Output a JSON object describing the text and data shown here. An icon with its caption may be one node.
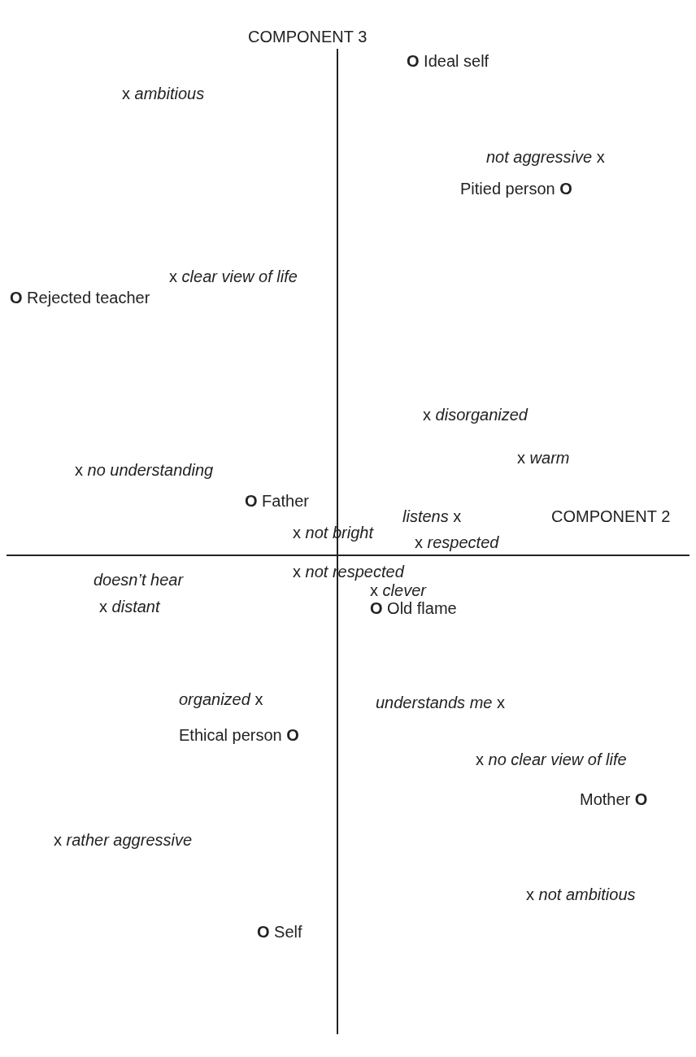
{
  "diagram": {
    "labels": [
      "COMPONENT 3",
      "**O** Ideal self",
      "x *ambitious*",
      "*not aggressive* x",
      "Pitied person **O**",
      "x *clear view of life*",
      "**O** Rejected teacher",
      "x *disorganized*",
      "x *no understanding*",
      "x *warm*",
      "**O** Father",
      "*listens* x",
      "COMPONENT 2",
      "x *not bright*",
      "x *respected*",
      "*doesn’t hear*",
      "x *not respected*",
      "x *clever*",
      "x *distant*",
      "**O** Old flame",
      "*organized* x",
      "*understands me* x",
      "Ethical person **O**",
      "x *no clear view of life*",
      "Mother **O**",
      "x *rather aggressive*",
      "x *not ambitious*",
      "**O** Self"
    ]
  }
}
